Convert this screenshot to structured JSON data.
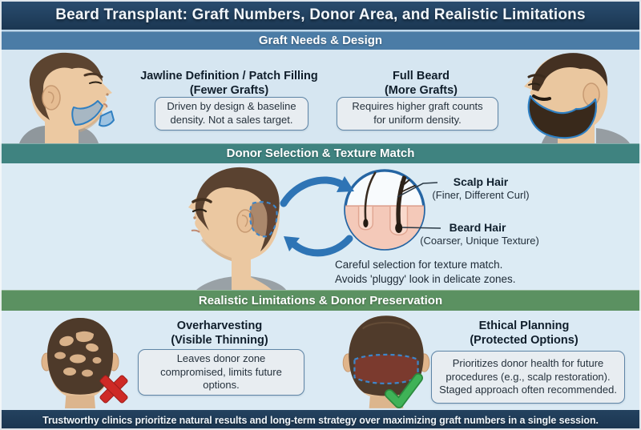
{
  "title": "Beard Transplant: Graft Numbers, Donor Area, and Realistic Limitations",
  "section1": {
    "header": "Graft Needs & Design",
    "left_heading1": "Jawline Definition / Patch Filling",
    "left_heading2": "(Fewer Grafts)",
    "left_box": "Driven by design & baseline density. Not a sales target.",
    "right_heading1": "Full Beard",
    "right_heading2": "(More Grafts)",
    "right_box": "Requires higher graft counts for uniform density."
  },
  "section2": {
    "header": "Donor Selection & Texture Match",
    "scalp_label": "Scalp Hair",
    "scalp_sub": "(Finer, Different Curl)",
    "beard_label": "Beard Hair",
    "beard_sub": "(Coarser, Unique Texture)",
    "caption1": "Careful selection for texture match.",
    "caption2": "Avoids 'pluggy' look in delicate zones."
  },
  "section3": {
    "header": "Realistic Limitations & Donor Preservation",
    "left_heading1": "Overharvesting",
    "left_heading2": "(Visible Thinning)",
    "left_box": "Leaves donor zone compromised, limits future options.",
    "right_heading1": "Ethical Planning",
    "right_heading2": "(Protected Options)",
    "right_box": "Prioritizes donor health for future procedures (e.g., scalp restoration). Staged approach often recommended."
  },
  "footer": "Trustworthy clinics prioritize natural results and long-term strategy over maximizing graft numbers in a single session.",
  "colors": {
    "navy": "#1d3a56",
    "steel_blue": "#4b7ca6",
    "teal": "#3f8380",
    "green": "#5b9161",
    "content_bg": "#dcebf4",
    "box_fill": "#e8edf1",
    "box_border": "#5f85a6",
    "arrow_blue": "#2e74b5",
    "outline_blue": "#2f7fc1",
    "dashed_blue": "#3e86c9",
    "cross_red": "#ce2a26",
    "check_green": "#38ab4f"
  }
}
